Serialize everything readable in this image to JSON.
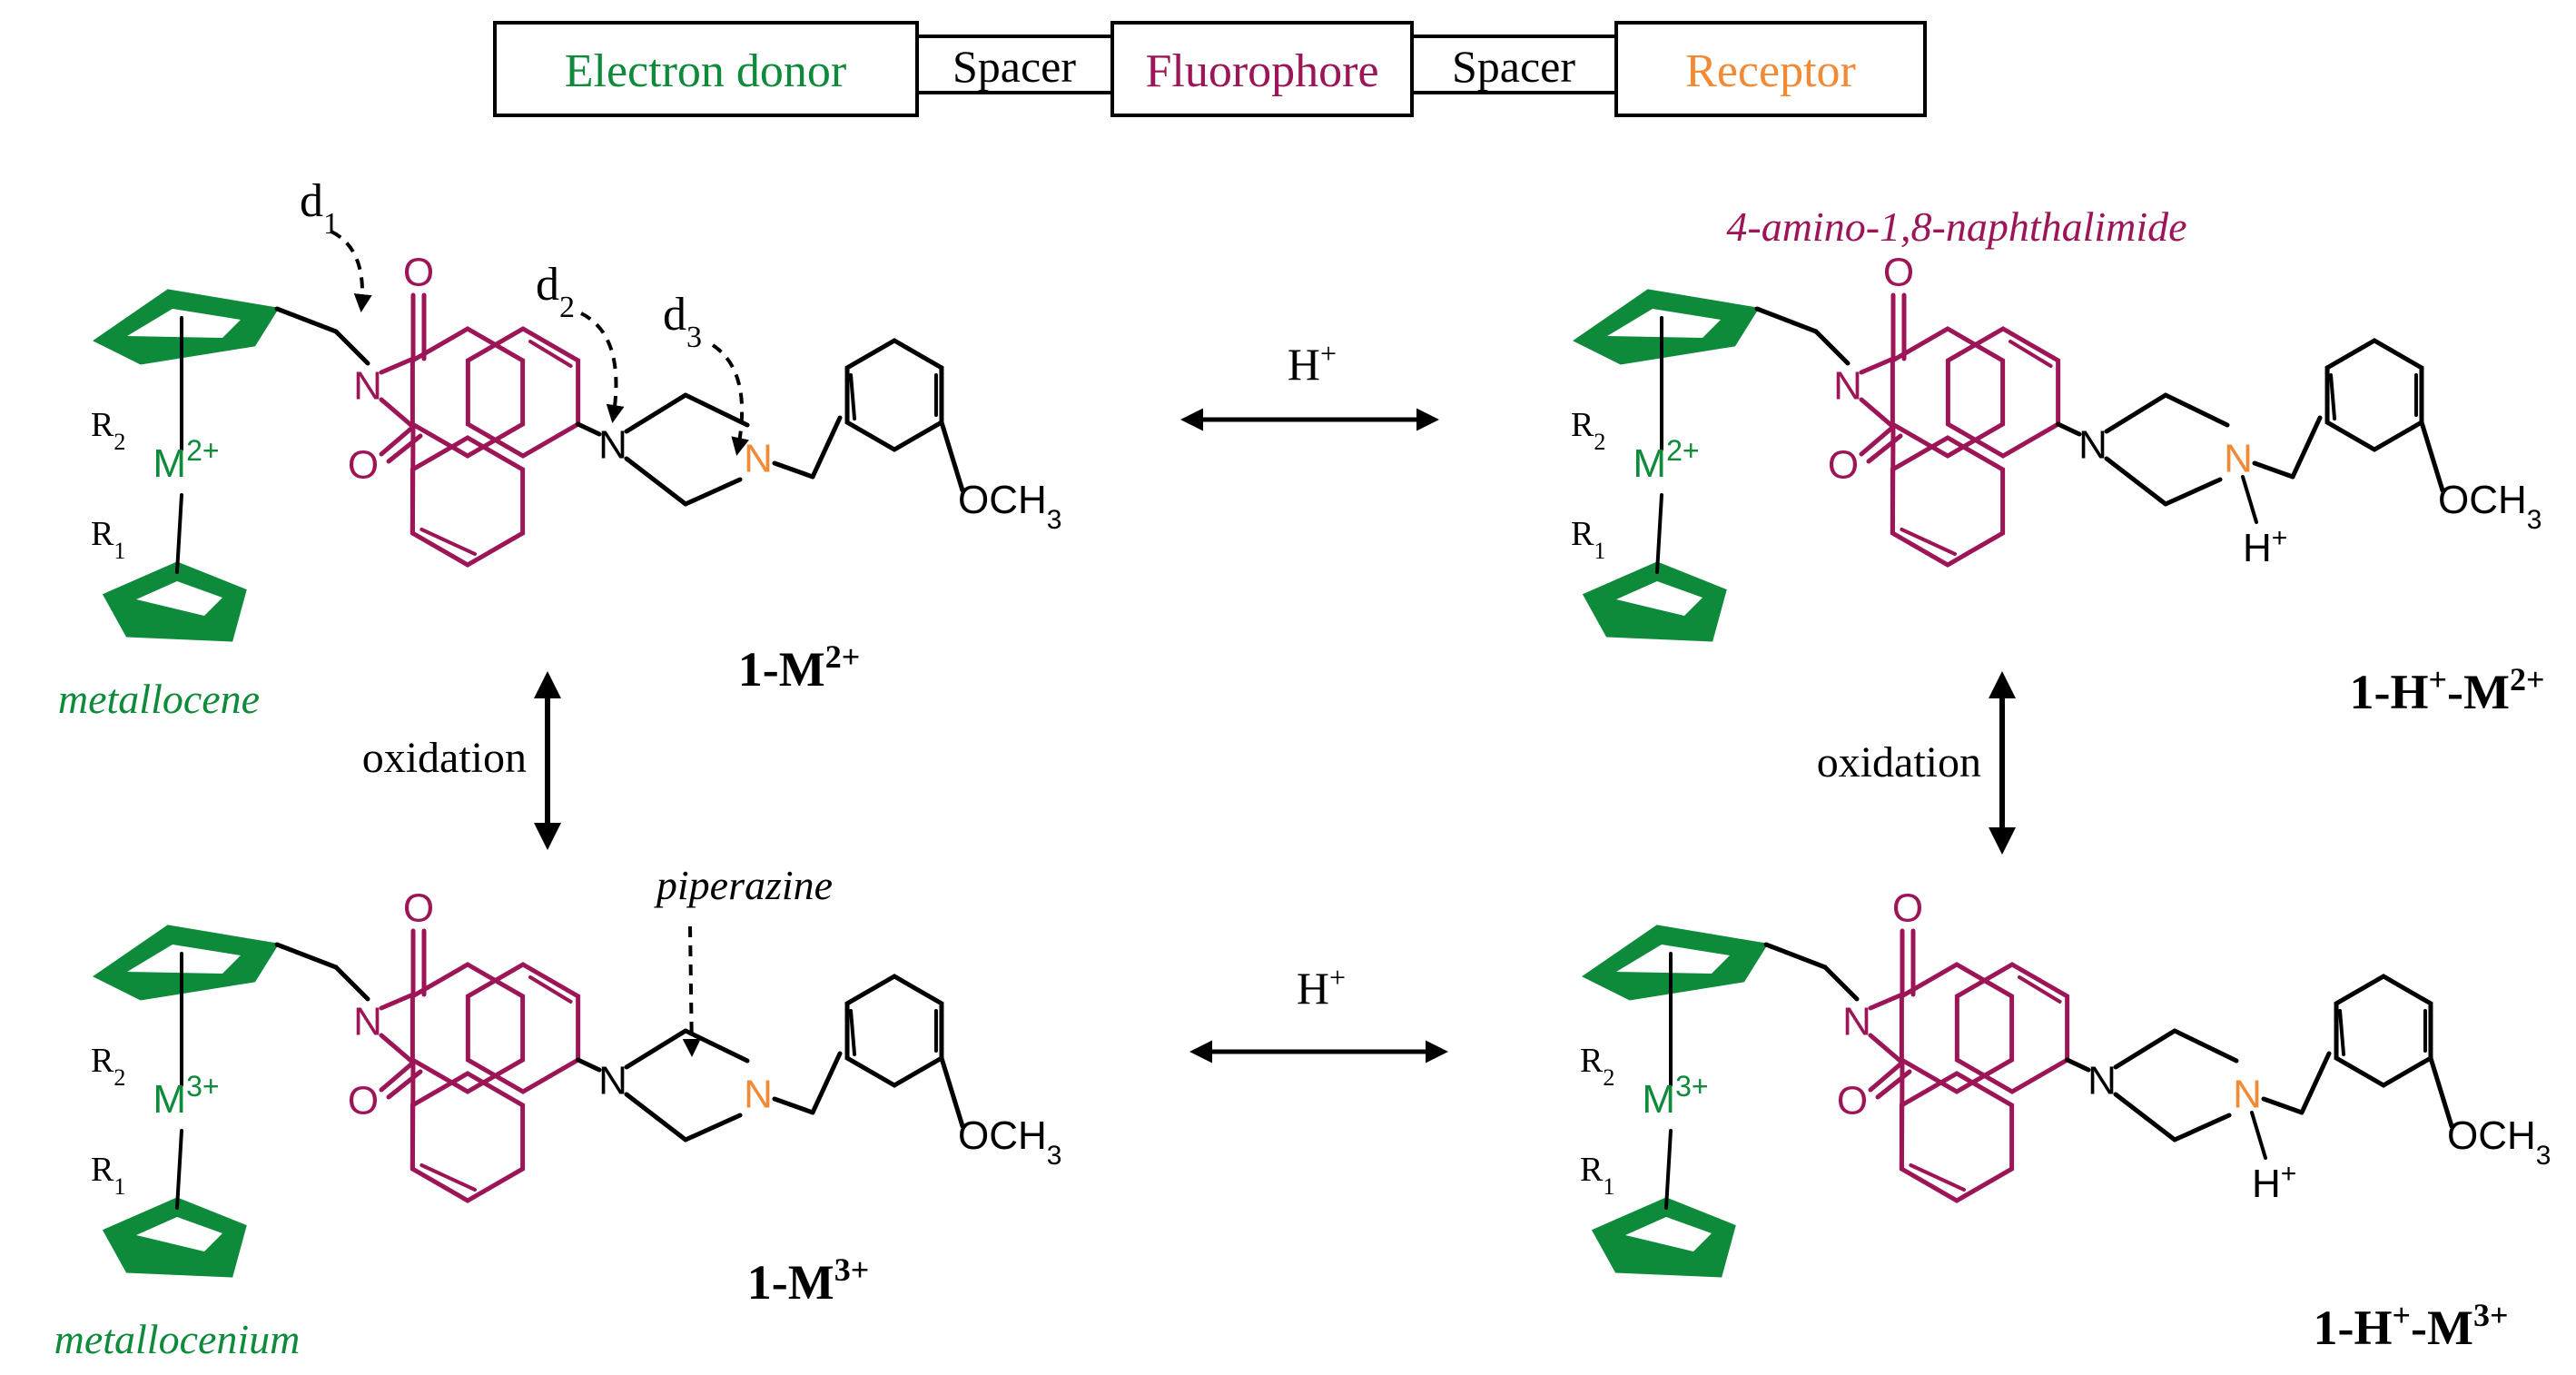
{
  "colors": {
    "donor": "#0e8a3b",
    "fluorophore": "#9c1556",
    "receptor": "#f28a35",
    "text": "#000000"
  },
  "scheme": {
    "boxes": [
      {
        "label": "Electron donor",
        "color": "#0e8a3b"
      },
      {
        "label": "Spacer",
        "color": "#000000"
      },
      {
        "label": "Fluorophore",
        "color": "#9c1556"
      },
      {
        "label": "Spacer",
        "color": "#000000"
      },
      {
        "label": "Receptor",
        "color": "#f28a35"
      }
    ]
  },
  "labels": {
    "metallocene": "metallocene",
    "metallocenium": "metallocenium",
    "naphthalimide": "4-amino-1,8-naphthalimide",
    "piperazine": "piperazine",
    "d1": "d1",
    "d2": "d2",
    "d3": "d3",
    "oxidation": "oxidation",
    "proton": "H+"
  },
  "compounds": [
    {
      "name": "1-M2+",
      "charge": "2+",
      "protonated": false
    },
    {
      "name": "1-H+-M2+",
      "charge": "2+",
      "protonated": true
    },
    {
      "name": "1-M3+",
      "charge": "3+",
      "protonated": false
    },
    {
      "name": "1-H+-M3+",
      "charge": "3+",
      "protonated": true
    }
  ],
  "atoms": {
    "oxygen": "O",
    "nitrogen": "N",
    "metal": "M",
    "r1": "R",
    "r1_sub": "1",
    "r2": "R",
    "r2_sub": "2",
    "methoxy": "OCH",
    "methoxy_sub": "3",
    "proton": "H",
    "proton_sup": "+"
  }
}
